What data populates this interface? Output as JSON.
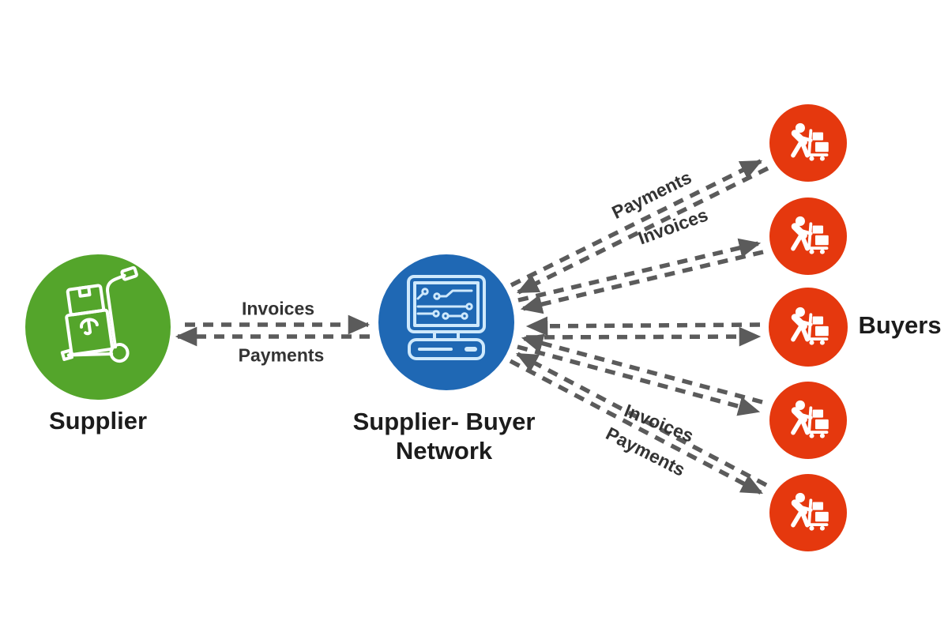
{
  "nodes": {
    "supplier": {
      "label": "Supplier",
      "color": "#54a52b",
      "icon": "hand-truck-icon"
    },
    "network": {
      "label_line1": "Supplier- Buyer",
      "label_line2": "Network",
      "color": "#1f68b4",
      "icon": "computer-circuit-icon"
    },
    "buyers": {
      "label": "Buyers",
      "color": "#e5380e",
      "icon": "worker-cart-icon",
      "count": "5"
    }
  },
  "flows": {
    "supplier_invoices": "Invoices",
    "supplier_payments": "Payments",
    "top_payments": "Payments",
    "top_invoices": "Invoices",
    "bottom_invoices": "Invoices",
    "bottom_payments": "Payments"
  },
  "style": {
    "arrow_color": "#5b5b5b",
    "background": "#ffffff",
    "text_color": "#1c1c1c"
  }
}
